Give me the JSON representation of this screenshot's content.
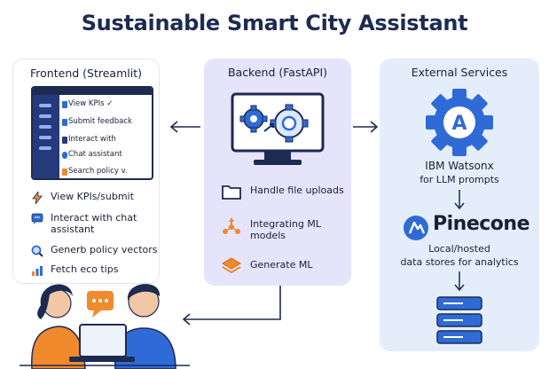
{
  "title": "Sustainable Smart City Assistant",
  "frontend": {
    "title": "Frontend (Streamlit)",
    "mock_rows": [
      "View KPIs ✓",
      "Submit feedback",
      "Interact with",
      "Chat assistant",
      "Search policy v."
    ],
    "items": [
      {
        "icon": "lightning-icon",
        "label": "View KPIs/submit"
      },
      {
        "icon": "chat-icon",
        "label": "Interact with chat assistant"
      },
      {
        "icon": "search-icon",
        "label": "Generb policy vectors"
      },
      {
        "icon": "bar-chart-icon",
        "label": "Fetch eco tips"
      }
    ]
  },
  "backend": {
    "title": "Backend (FastAPI)",
    "items": [
      {
        "icon": "folder-icon",
        "label": "Handle file uploads"
      },
      {
        "icon": "network-icon",
        "label": "Integrating ML models"
      },
      {
        "icon": "layers-icon",
        "label": "Generate ML"
      }
    ]
  },
  "external": {
    "title": "External Services",
    "watson_name": "IBM Watsonx",
    "watson_desc": "for LLM prompts",
    "pinecone_name": "Pinecone",
    "store_line1": "Local/hosted",
    "store_line2": "data stores for analytics"
  },
  "colors": {
    "title": "#1d2b52",
    "accent_blue": "#2f6bd6",
    "backend_panel": "#e6e4fa",
    "external_panel": "#e4eefb",
    "orange": "#f08a2c"
  }
}
